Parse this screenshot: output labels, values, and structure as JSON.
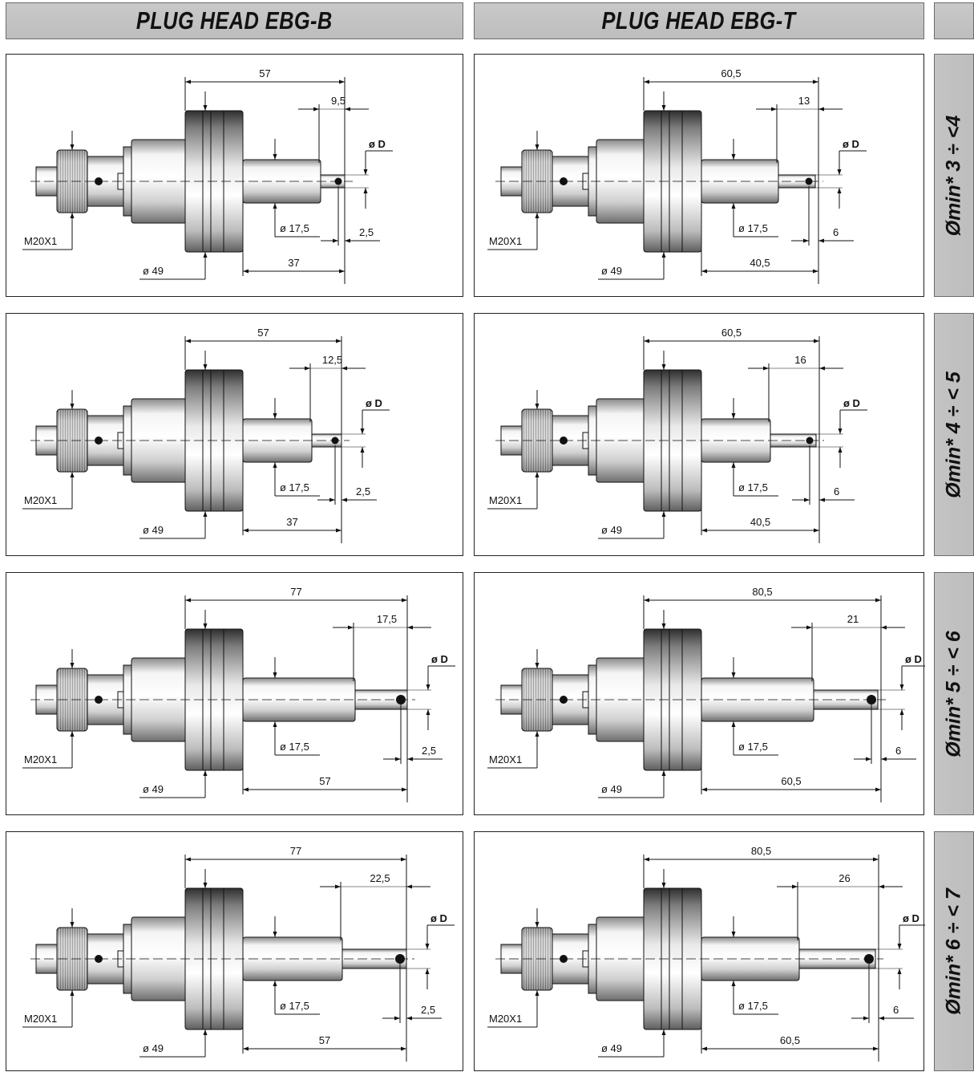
{
  "headers": {
    "left": "PLUG HEAD EBG-B",
    "right": "PLUG HEAD EBG-T"
  },
  "rows": [
    {
      "range": "Ømin* 3 ÷ <4",
      "b": {
        "overall": "57",
        "tip": "9,5",
        "thread": "M20X1",
        "flange": "ø 49",
        "body": "ø 17,5",
        "phi": "ø D",
        "small": "2,5",
        "bottom": "37"
      },
      "t": {
        "overall": "60,5",
        "tip": "13",
        "thread": "M20X1",
        "flange": "ø 49",
        "body": "ø 17,5",
        "phi": "ø D",
        "small": "6",
        "bottom": "40,5"
      }
    },
    {
      "range": "Ømin* 4 ÷ < 5",
      "b": {
        "overall": "57",
        "tip": "12,5",
        "thread": "M20X1",
        "flange": "ø 49",
        "body": "ø 17,5",
        "phi": "ø D",
        "small": "2,5",
        "bottom": "37"
      },
      "t": {
        "overall": "60,5",
        "tip": "16",
        "thread": "M20X1",
        "flange": "ø 49",
        "body": "ø 17,5",
        "phi": "ø D",
        "small": "6",
        "bottom": "40,5"
      }
    },
    {
      "range": "Ømin* 5 ÷ < 6",
      "b": {
        "overall": "77",
        "tip": "17,5",
        "thread": "M20X1",
        "flange": "ø 49",
        "body": "ø 17,5",
        "phi": "ø D",
        "small": "2,5",
        "bottom": "57"
      },
      "t": {
        "overall": "80,5",
        "tip": "21",
        "thread": "M20X1",
        "flange": "ø 49",
        "body": "ø 17,5",
        "phi": "ø D",
        "small": "6",
        "bottom": "60,5"
      }
    },
    {
      "range": "Ømin* 6 ÷ < 7",
      "b": {
        "overall": "77",
        "tip": "22,5",
        "thread": "M20X1",
        "flange": "ø 49",
        "body": "ø 17,5",
        "phi": "ø D",
        "small": "2,5",
        "bottom": "57"
      },
      "t": {
        "overall": "80,5",
        "tip": "26",
        "thread": "M20X1",
        "flange": "ø 49",
        "body": "ø 17,5",
        "phi": "ø D",
        "small": "6",
        "bottom": "60,5"
      }
    }
  ]
}
